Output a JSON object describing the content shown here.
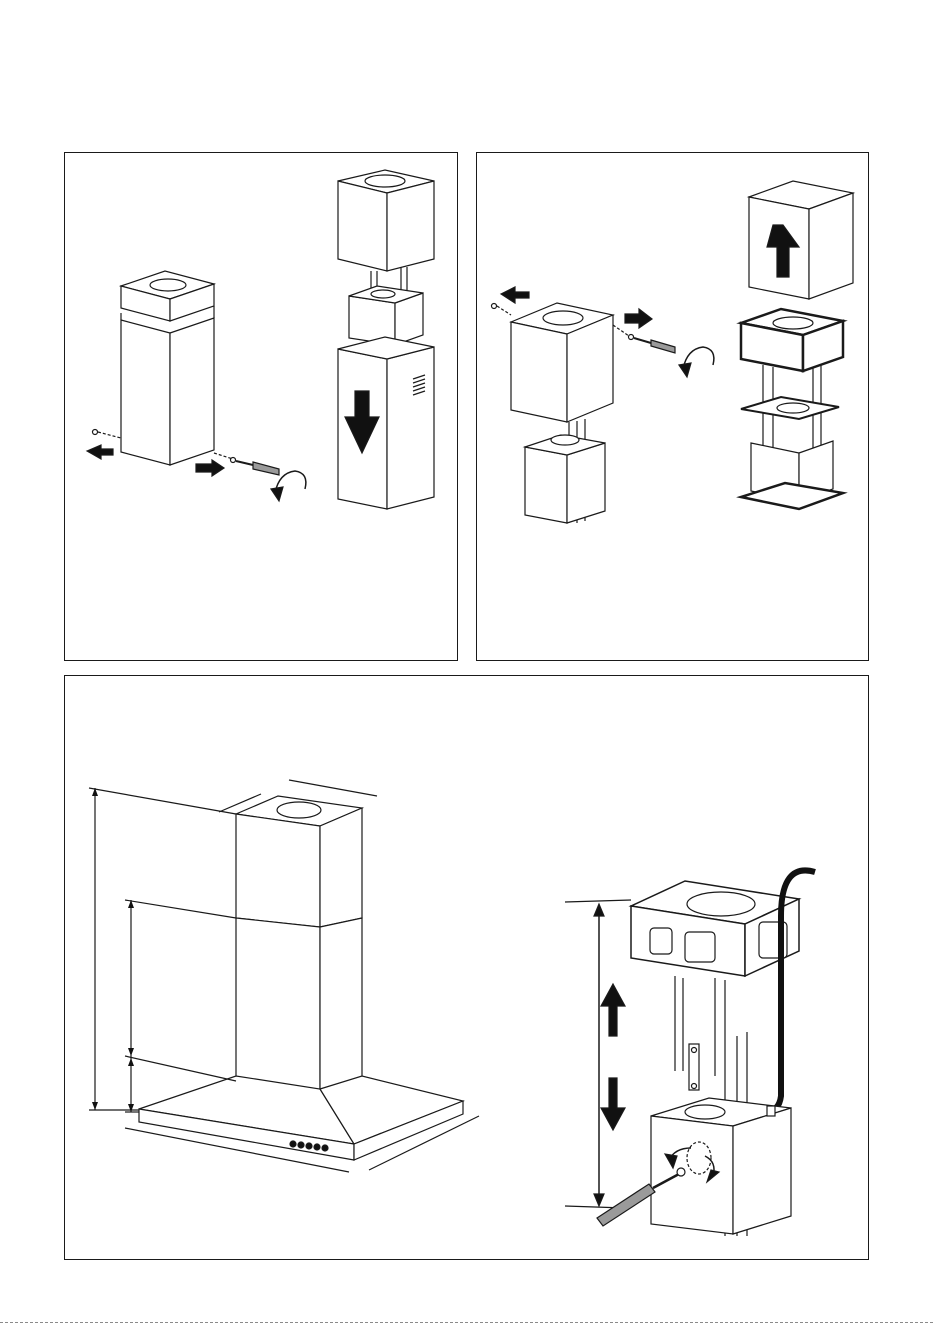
{
  "document": {
    "title": "",
    "panels": [
      {
        "id": "panel-top-left",
        "caption": ""
      },
      {
        "id": "panel-top-right",
        "caption": ""
      },
      {
        "id": "panel-bottom",
        "caption": ""
      }
    ]
  },
  "colors": {
    "line": "#1a1a1a",
    "fill_dark": "#111111",
    "fill_light": "#ffffff",
    "shade": "#9a9a9a",
    "rule": "#8a8a8a"
  },
  "icons": [
    "arrow-left-icon",
    "arrow-right-icon",
    "arrow-down-icon",
    "arrow-up-icon",
    "screwdriver-icon",
    "screw-icon",
    "rotate-icon",
    "dimension-line-icon"
  ]
}
